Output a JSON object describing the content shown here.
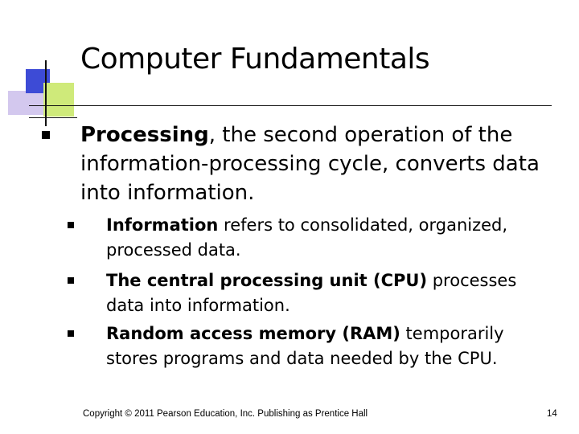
{
  "slide": {
    "title": "Computer Fundamentals",
    "bullet": {
      "term": "Processing",
      "rest": ", the second operation of the information-processing cycle, converts data into information."
    },
    "subbullets": [
      {
        "term": "Information",
        "rest": " refers to consolidated, organized, processed data."
      },
      {
        "term": "The central processing unit (CPU)",
        "rest": " processes data into information."
      },
      {
        "term": "Random access memory (RAM)",
        "rest": " temporarily stores programs and data needed by the CPU."
      }
    ],
    "footer": "Copyright © 2011 Pearson Education, Inc. Publishing as Prentice Hall",
    "page_number": "14"
  },
  "colors": {
    "accent_blue": "#3d4bd6",
    "accent_lilac": "#d3c8ee",
    "accent_green": "#cfea7a"
  }
}
